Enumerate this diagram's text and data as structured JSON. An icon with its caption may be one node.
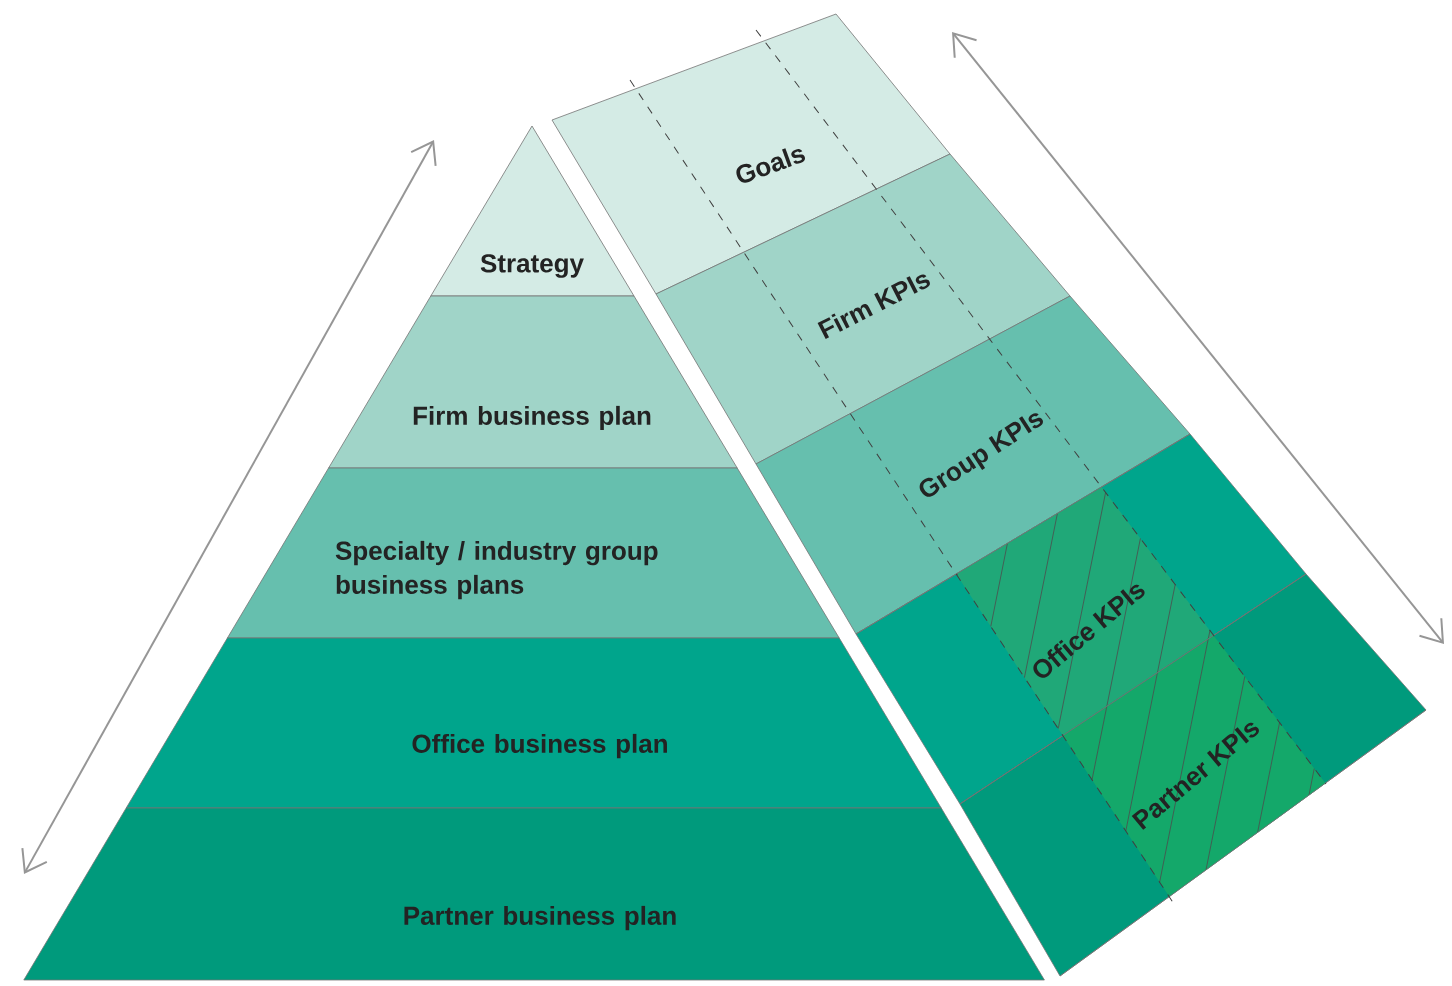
{
  "diagram": {
    "nodes": [
      {
        "text": [
          "Strategy"
        ]
      },
      {
        "text": [
          "Firm business plan"
        ]
      },
      {
        "text": [
          "Specialty / industry group business plans"
        ]
      },
      {
        "text": [
          "Office business plan"
        ]
      },
      {
        "text": [
          "Partner business plan"
        ]
      },
      {
        "text": [
          "Goals"
        ]
      },
      {
        "text": [
          "Firm KPIs"
        ]
      },
      {
        "text": [
          "Group KPIs"
        ]
      },
      {
        "text": [
          "Office KPIs"
        ]
      },
      {
        "text": [
          "Partner KPIs"
        ]
      }
    ]
  }
}
